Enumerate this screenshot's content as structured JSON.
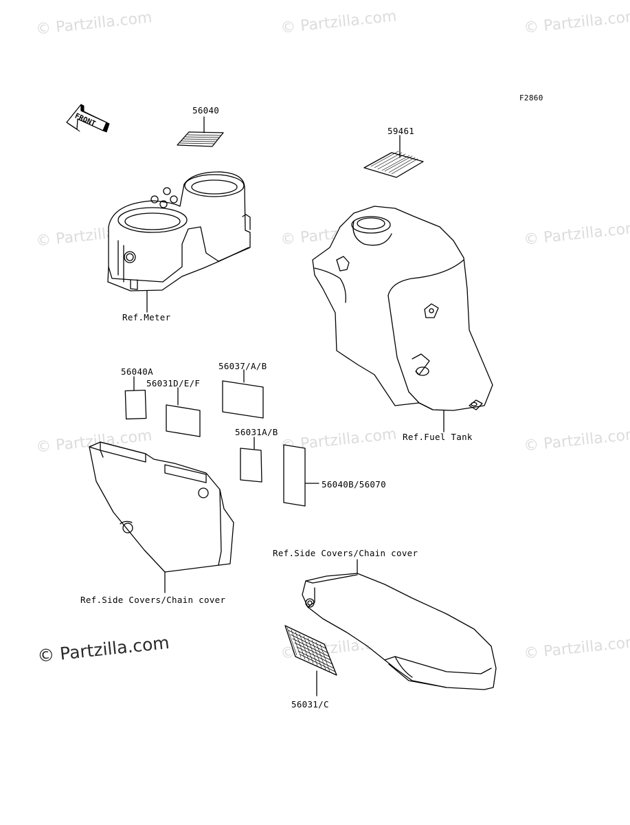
{
  "figure_code": "F2860",
  "front_label": "FRONT",
  "watermark": "© Partzilla.com",
  "callouts": {
    "p56040": "56040",
    "p59461": "59461",
    "p56040A": "56040A",
    "p56031DEF": "56031D/E/F",
    "p56037AB": "56037/A/B",
    "p56031AB": "56031A/B",
    "p56040B": "56040B/56070",
    "p56031C": "56031/C"
  },
  "references": {
    "meter": "Ref.Meter",
    "fuel_tank": "Ref.Fuel Tank",
    "side_covers_left": "Ref.Side Covers/Chain cover",
    "side_covers_right": "Ref.Side Covers/Chain cover"
  }
}
